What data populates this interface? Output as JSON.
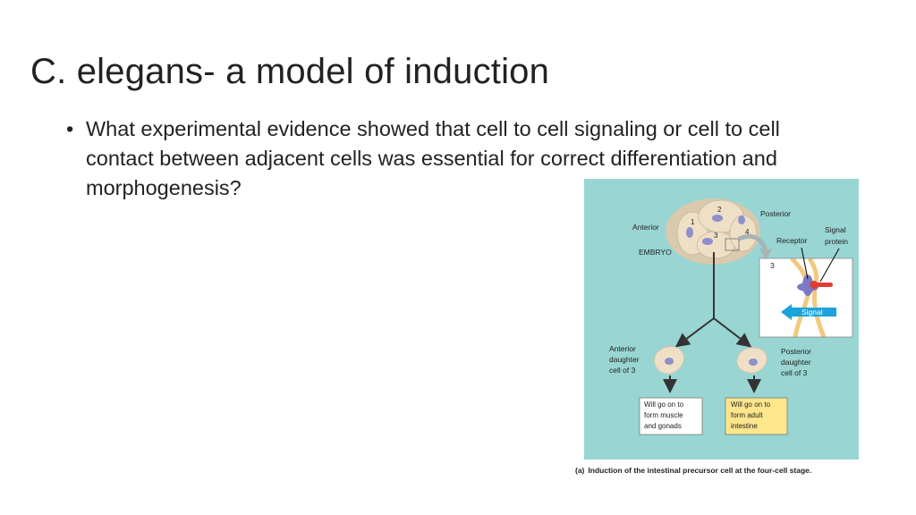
{
  "slide": {
    "title": "C. elegans- a model of induction",
    "bullets": [
      "What experimental evidence showed that cell to cell signaling or cell to cell contact between adjacent cells was essential for correct differentiation and morphogenesis?"
    ]
  },
  "figure": {
    "labels": {
      "anterior": "Anterior",
      "posterior": "Posterior",
      "embryo": "EMBRYO",
      "cell_1": "1",
      "cell_2": "2",
      "cell_3": "3",
      "cell_4": "4",
      "receptor": "Receptor",
      "signal_protein_line1": "Signal",
      "signal_protein_line2": "protein",
      "inset_cell_number": "3",
      "signal_arrow": "Signal",
      "anterior_daughter_line1": "Anterior",
      "anterior_daughter_line2": "daughter",
      "anterior_daughter_line3": "cell of 3",
      "posterior_daughter_line1": "Posterior",
      "posterior_daughter_line2": "daughter",
      "posterior_daughter_line3": "cell of 3",
      "fate_muscle_line1": "Will go on to",
      "fate_muscle_line2": "form muscle",
      "fate_muscle_line3": "and gonads",
      "fate_intestine_line1": "Will go on to",
      "fate_intestine_line2": "form adult",
      "fate_intestine_line3": "intestine"
    },
    "caption_prefix": "(a)",
    "caption": "Induction of the intestinal precursor cell at the four-cell stage.",
    "colors": {
      "background": "#98d5d3",
      "cell_fill": "#efdfc6",
      "nucleus": "#8f8fca",
      "signal_arrow": "#1aa3dc",
      "receptor": "#7b78c4",
      "signal_protein": "#e03c32",
      "membrane": "#f4c87e",
      "intestine_box": "#fde68c"
    }
  }
}
